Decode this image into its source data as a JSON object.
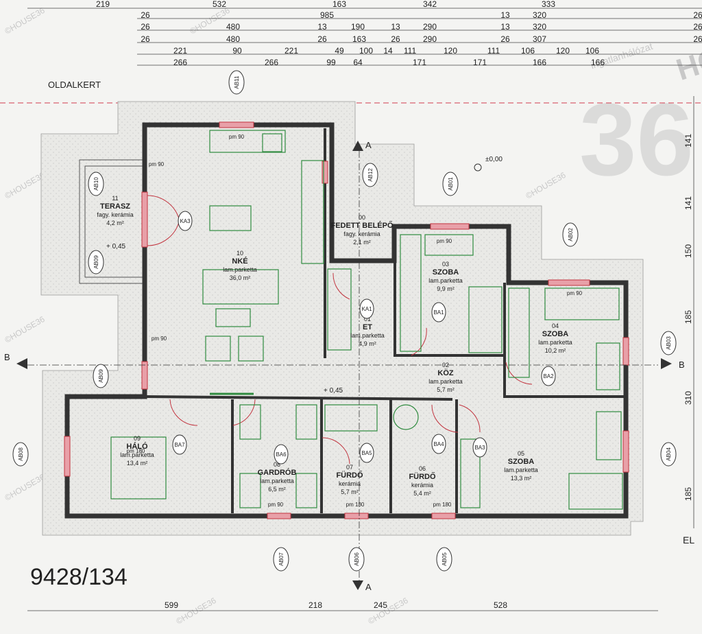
{
  "plot_id": "9428/134",
  "side_label": "OLDALKERT",
  "edge_label_right": "EL",
  "level_mark": "±0,00",
  "top_dim_rows": [
    [
      "219",
      "532",
      "163",
      "342",
      "333"
    ],
    [
      "26",
      "985",
      "13",
      "320",
      "26"
    ],
    [
      "26",
      "480",
      "13",
      "190",
      "13",
      "290",
      "13",
      "320",
      "26"
    ],
    [
      "26",
      "480",
      "26",
      "163",
      "26",
      "290",
      "26",
      "307",
      "26"
    ],
    [
      "221",
      "90",
      "221",
      "49",
      "100",
      "14",
      "111",
      "120",
      "111",
      "106",
      "120",
      "106"
    ],
    [
      "266",
      "266",
      "99",
      "64",
      "171",
      "171",
      "166",
      "166"
    ]
  ],
  "bottom_dims": [
    "599",
    "218",
    "245",
    "528"
  ],
  "right_dims": [
    "141",
    "141",
    "150",
    "185",
    "310",
    "185"
  ],
  "section_marks": {
    "a": "A",
    "b": "B"
  },
  "rooms": [
    {
      "id": "11",
      "name": "TERASZ",
      "floor": "fagy. kerámia",
      "area": "4,2 m²"
    },
    {
      "id": "10",
      "name": "NKÉ",
      "floor": "lam.parketta",
      "area": "36,0 m²"
    },
    {
      "id": "00",
      "name": "FEDETT BELÉPŐ",
      "floor": "fagy. kerámia",
      "area": "2,1 m²"
    },
    {
      "id": "01",
      "name": "ET",
      "floor": "lam.parketta",
      "area": "4,9 m²"
    },
    {
      "id": "03",
      "name": "SZOBA",
      "floor": "lam.parketta",
      "area": "9,9 m²"
    },
    {
      "id": "04",
      "name": "SZOBA",
      "floor": "lam.parketta",
      "area": "10,2 m²"
    },
    {
      "id": "02",
      "name": "KÖZ",
      "floor": "lam.parketta",
      "area": "5,7 m²"
    },
    {
      "id": "09",
      "name": "HÁLÓ",
      "floor": "lam.parketta",
      "area": "13,4 m²"
    },
    {
      "id": "08",
      "name": "GARDRÓB",
      "floor": "lam.parketta",
      "area": "6,5 m²"
    },
    {
      "id": "07",
      "name": "FÜRDŐ",
      "floor": "kerámia",
      "area": "5,7 m²"
    },
    {
      "id": "06",
      "name": "FÜRDŐ",
      "floor": "kerámia",
      "area": "5,4 m²"
    },
    {
      "id": "05",
      "name": "SZOBA",
      "floor": "lam.parketta",
      "area": "13,3 m²"
    }
  ],
  "levels": [
    "+ 0,45",
    "+ 0,45"
  ],
  "window_tags": [
    "AB11",
    "AB12",
    "AB01",
    "AB02",
    "AB03",
    "AB04",
    "AB05",
    "AB06",
    "AB07",
    "AB08",
    "AB09",
    "AB09",
    "AB10"
  ],
  "door_tags": [
    "KA1",
    "KA3",
    "BA1",
    "BA2",
    "BA3",
    "BA4",
    "BA5",
    "BA6",
    "BA7"
  ],
  "pm_labels": [
    "pm 90",
    "pm 90",
    "pm 90",
    "pm 90",
    "pm 180",
    "pm 180",
    "pm 180",
    "pm 90",
    "pm 90"
  ],
  "watermark": {
    "brand": "HOUSE36",
    "network": "ingatlanhálózat",
    "small": "©HOUSE36"
  }
}
